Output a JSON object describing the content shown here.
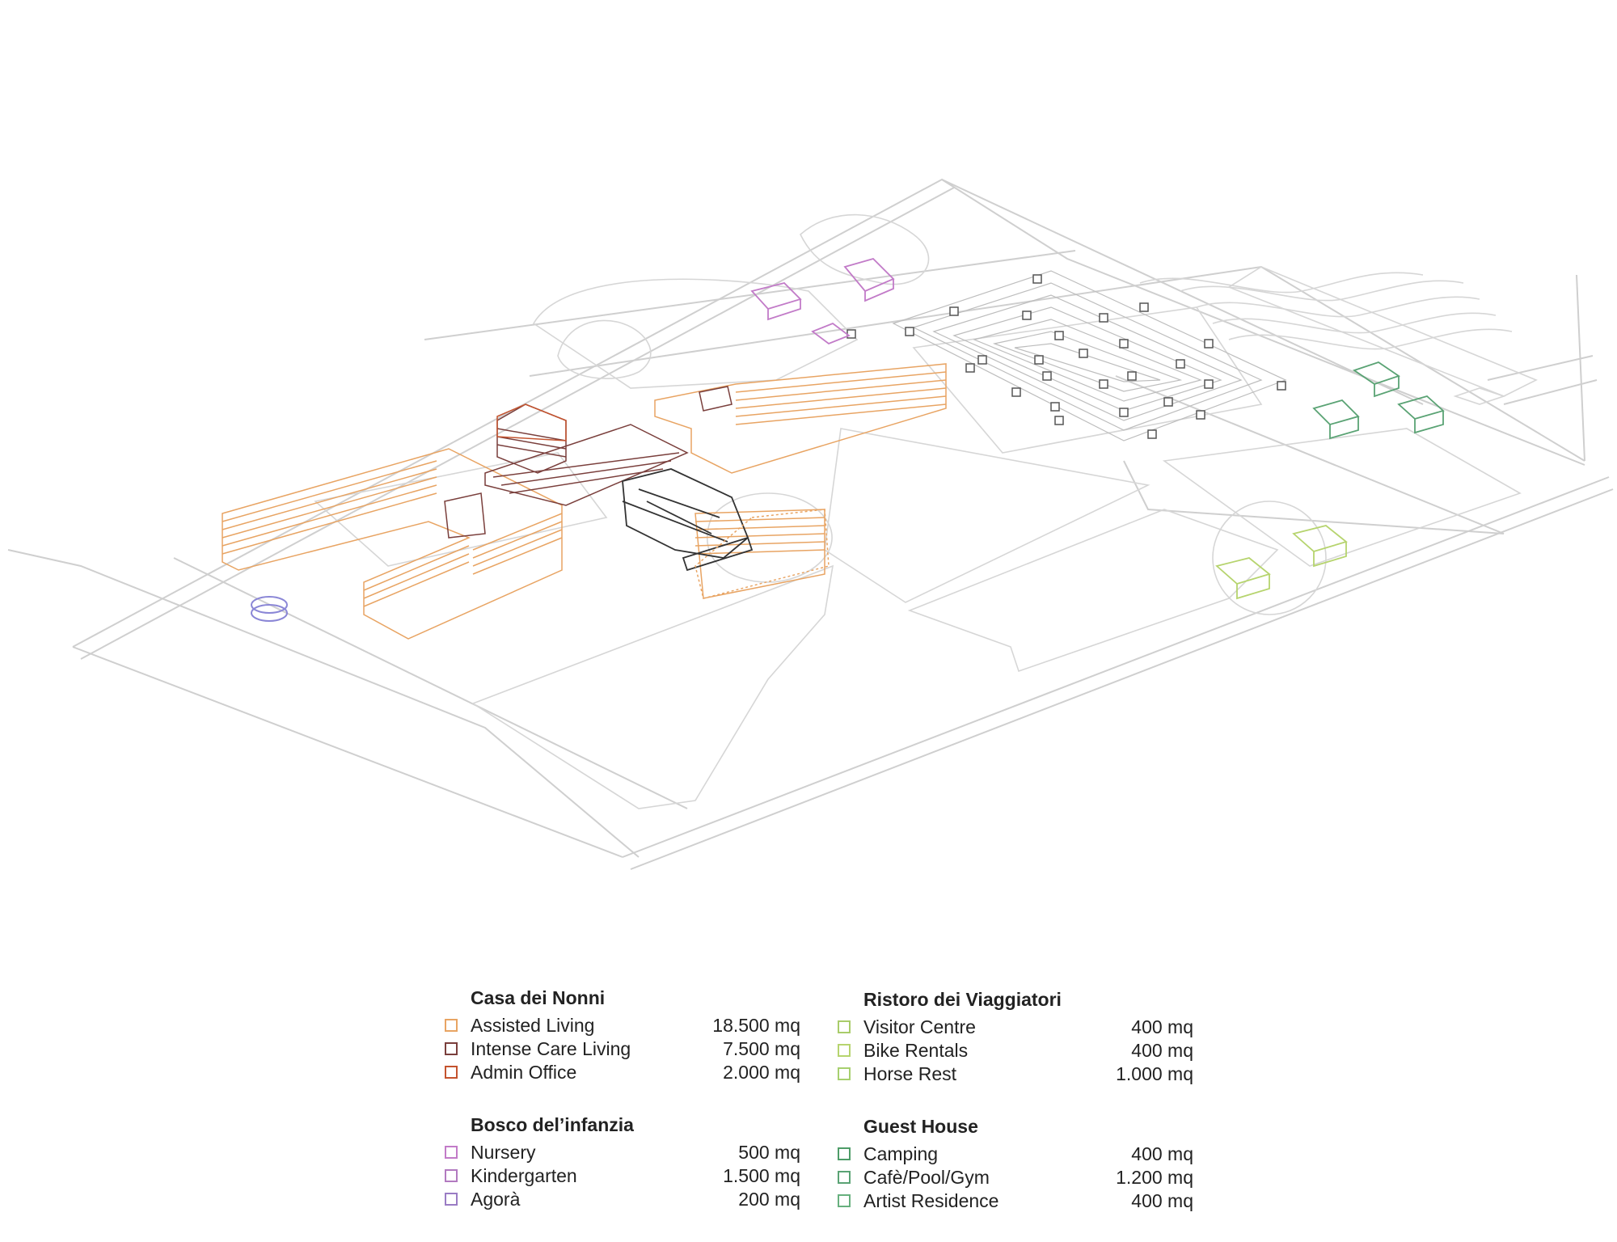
{
  "legend": {
    "left_column": [
      {
        "title": "Casa dei Nonni",
        "items": [
          {
            "label": "Assisted Living",
            "value": "18.500 mq",
            "color": "#e8a463"
          },
          {
            "label": "Intense Care Living",
            "value": "7.500 mq",
            "color": "#7a3f3c"
          },
          {
            "label": "Admin Office",
            "value": "2.000 mq",
            "color": "#c4532e"
          }
        ]
      },
      {
        "title": "Bosco del’infanzia",
        "items": [
          {
            "label": "Nursery",
            "value": "500 mq",
            "color": "#c27bc8"
          },
          {
            "label": "Kindergarten",
            "value": "1.500 mq",
            "color": "#b27ac0"
          },
          {
            "label": "Agorà",
            "value": "200 mq",
            "color": "#9a7cc4"
          }
        ]
      }
    ],
    "right_column": [
      {
        "title": "Ristoro dei Viaggiatori",
        "items": [
          {
            "label": "Visitor Centre",
            "value": "400 mq",
            "color": "#a9cc6a"
          },
          {
            "label": "Bike Rentals",
            "value": "400 mq",
            "color": "#b6d46e"
          },
          {
            "label": "Horse Rest",
            "value": "1.000 mq",
            "color": "#a7d06f"
          }
        ]
      },
      {
        "title": "Guest House",
        "items": [
          {
            "label": "Camping",
            "value": "400 mq",
            "color": "#4e9c68"
          },
          {
            "label": "Cafè/Pool/Gym",
            "value": "1.200 mq",
            "color": "#5aa374"
          },
          {
            "label": "Artist Residence",
            "value": "400 mq",
            "color": "#67b07e"
          }
        ]
      }
    ]
  },
  "palette": {
    "road": "#cfcfcf",
    "assisted_living": "#e8a463",
    "intense_care": "#7a3f3c",
    "admin_office": "#c4532e",
    "nursery": "#c27bc8",
    "agora": "#8a86d6",
    "central_building": "#333333",
    "camping_cabins": "#555555",
    "visitor_centre": "#b6d46e",
    "guest_house": "#5aa374"
  }
}
